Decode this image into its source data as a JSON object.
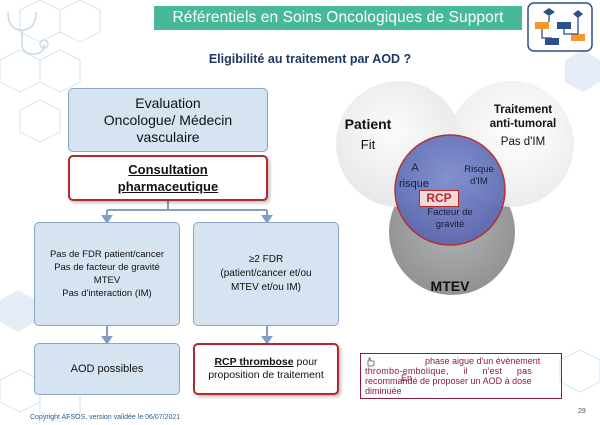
{
  "header": {
    "banner_text": "Référentiels en Soins Oncologiques de Support"
  },
  "title": "Eligibilité au traitement par AOD ?",
  "flow": {
    "evaluation": [
      "Evaluation",
      "Oncologue/ Médecin",
      "vasculaire"
    ],
    "consultation": [
      "Consultation",
      "pharmaceutique"
    ],
    "left_criteria": [
      "Pas de FDR patient/cancer",
      "Pas de facteur de gravité",
      "MTEV",
      "Pas d'interaction (IM)"
    ],
    "right_criteria": [
      "≥2 FDR",
      "(patient/cancer et/ou",
      "MTEV et/ou IM)"
    ],
    "aod_possible": "AOD possibles",
    "rcp_underlined": "RCP thrombose",
    "rcp_rest_1": " pour",
    "rcp_rest_2": "proposition de traitement"
  },
  "venn": {
    "patient_title": "Patient",
    "patient_sub": "Fit",
    "treatment_title_1": "Traitement",
    "treatment_title_2": "anti-tumoral",
    "treatment_sub": "Pas d'IM",
    "mtev_title": "MTEV",
    "a_risque_1": "A",
    "a_risque_2": "risque",
    "risque_im_1": "Risque",
    "risque_im_2": "d'IM",
    "rcp": "RCP",
    "facteur_1": "Facteur de",
    "facteur_2": "gravité"
  },
  "note": {
    "line1": "phase aigue d'un évènement",
    "line2": "thrombo-embolique, il n'est pas",
    "line3": "recommandé de proposer un AOD à dose",
    "line3_overlap": "En",
    "line4": "diminuée"
  },
  "footer": "Copyright AFSOS, version validée le 06/07/2021",
  "page_number": "29",
  "colors": {
    "banner": "#47b99a",
    "box_blue": "#d6e3f1",
    "box_red_border": "#b22a2a",
    "title": "#1f3864"
  }
}
